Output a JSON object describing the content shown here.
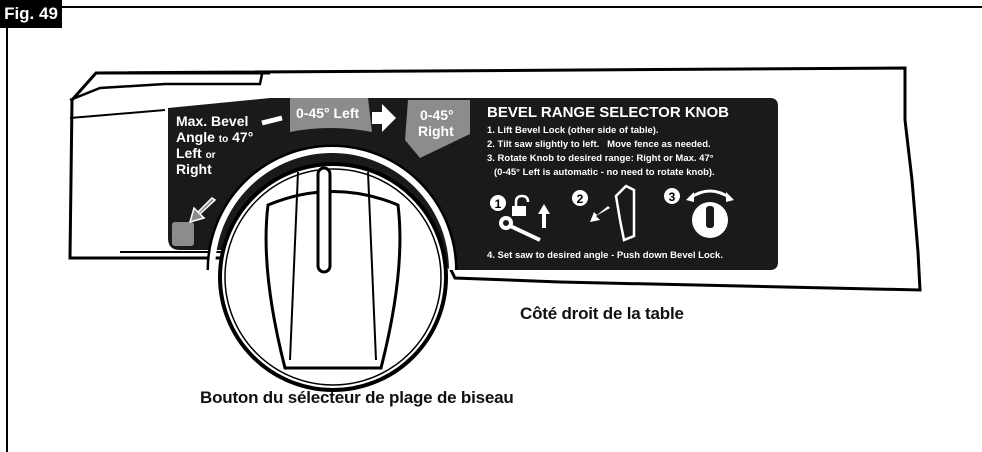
{
  "figure_label": "Fig. 49",
  "decal": {
    "max_bevel_line1": "Max. Bevel",
    "max_bevel_line2a": "Angle ",
    "max_bevel_line2b": "to",
    "max_bevel_line2c": " 47°",
    "max_bevel_line3a": "Left ",
    "max_bevel_line3b": "or",
    "max_bevel_line4": "Right",
    "left_range": "0-45° Left",
    "right_range_line1": "0-45°",
    "right_range_line2": "Right",
    "title": "BEVEL RANGE SELECTOR KNOB",
    "steps": [
      "1. Lift Bevel Lock (other side of table).",
      "2. Tilt saw slightly to left.   Move fence as needed.",
      "3. Rotate Knob to desired range: Right or Max. 47°",
      "   (0-45° Left is automatic - no need to rotate knob).",
      "4. Set saw to desired angle - Push down Bevel Lock."
    ],
    "step_numbers": [
      "1",
      "2",
      "3"
    ]
  },
  "callouts": {
    "table_side": "Côté droit de la table",
    "knob": "Bouton du sélecteur de plage de biseau"
  },
  "colors": {
    "decal_bg": "#1a1a1a",
    "range_badge": "#8c8c8c",
    "table_outline": "#000000"
  }
}
